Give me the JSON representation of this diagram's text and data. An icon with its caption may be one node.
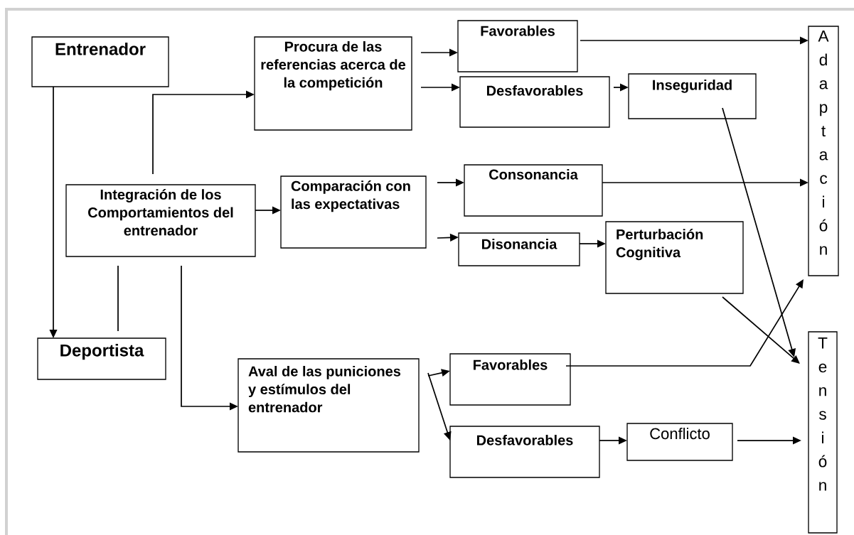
{
  "diagram": {
    "nodes": [
      {
        "text": [
          "Entrenador"
        ]
      },
      {
        "text": [
          "Procura de las referencias acerca de la competición"
        ]
      },
      {
        "text": [
          "Favorables"
        ]
      },
      {
        "text": [
          "Desfavorables"
        ]
      },
      {
        "text": [
          "Inseguridad"
        ]
      },
      {
        "text": [
          "Adaptación"
        ]
      },
      {
        "text": [
          "Integración de los Comportamientos del entrenador"
        ]
      },
      {
        "text": [
          "Comparación con las expectativas"
        ]
      },
      {
        "text": [
          "Consonancia"
        ]
      },
      {
        "text": [
          "Disonancia"
        ]
      },
      {
        "text": [
          "Perturbación Cognitiva"
        ]
      },
      {
        "text": [
          "Deportista"
        ]
      },
      {
        "text": [
          "Aval de las puniciones y estímulos del entrenador"
        ]
      },
      {
        "text": [
          "Favorables"
        ]
      },
      {
        "text": [
          "Desfavorables"
        ]
      },
      {
        "text": [
          "Conflicto"
        ]
      },
      {
        "text": [
          "Tensión"
        ]
      }
    ],
    "edges": [
      {
        "from": 0,
        "to": 11,
        "arrow": "to"
      },
      {
        "from": 6,
        "to": 1,
        "arrow": "to"
      },
      {
        "from": 6,
        "to": 11,
        "arrow": "none"
      },
      {
        "from": 6,
        "to": 12,
        "arrow": "to"
      },
      {
        "from": 6,
        "to": 7,
        "arrow": "to"
      },
      {
        "from": 1,
        "to": 2,
        "arrow": "to"
      },
      {
        "from": 1,
        "to": 3,
        "arrow": "to"
      },
      {
        "from": 3,
        "to": 4,
        "arrow": "to"
      },
      {
        "from": 2,
        "to": 5,
        "arrow": "to"
      },
      {
        "from": 4,
        "to": 16,
        "arrow": "to"
      },
      {
        "from": 7,
        "to": 8,
        "arrow": "to"
      },
      {
        "from": 7,
        "to": 9,
        "arrow": "to"
      },
      {
        "from": 8,
        "to": 5,
        "arrow": "to"
      },
      {
        "from": 9,
        "to": 10,
        "arrow": "to"
      },
      {
        "from": 10,
        "to": 16,
        "arrow": "to"
      },
      {
        "from": 12,
        "to": 13,
        "arrow": "to"
      },
      {
        "from": 12,
        "to": 14,
        "arrow": "to"
      },
      {
        "from": 13,
        "to": 5,
        "arrow": "to"
      },
      {
        "from": 14,
        "to": 15,
        "arrow": "to"
      },
      {
        "from": 15,
        "to": 16,
        "arrow": "to"
      }
    ]
  }
}
